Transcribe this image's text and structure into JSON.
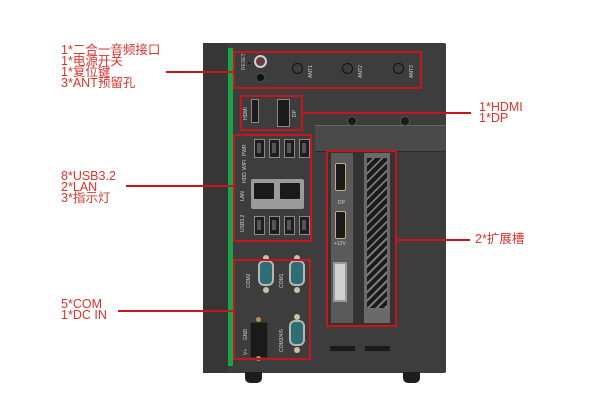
{
  "callouts": {
    "top_left": {
      "lines": [
        "1*二合一音频接口",
        "1*电源开关",
        "1*复位键",
        "3*ANT预留孔"
      ]
    },
    "middle_left": {
      "lines": [
        "8*USB3.2",
        "2*LAN",
        "3*指示灯"
      ]
    },
    "bottom_left": {
      "lines": [
        "5*COM",
        "1*DC IN"
      ]
    },
    "top_right": {
      "lines": [
        "1*HDMI",
        "1*DP"
      ]
    },
    "middle_right": {
      "lines": [
        "2*扩展槽"
      ]
    }
  },
  "panel_labels": {
    "ant1": "ANT1",
    "ant2": "ANT2",
    "ant3": "ANT3",
    "reset": "RESET",
    "hdmi": "HDMI",
    "dp": "DP",
    "pwr": "PWR",
    "wifi": "WIFI",
    "hdd": "HDD",
    "lan": "LAN",
    "usb": "USB3.2",
    "com1": "COM1",
    "com2": "COM2",
    "com345": "COM3/4/5",
    "dc_gnd": "GND",
    "dc_v": "V+",
    "gpu_dp": "DP",
    "gpu_12v": "+12V"
  },
  "colors": {
    "callout_red": "#d9342c",
    "box_red": "#c4161c",
    "chassis": "#3d3d3d",
    "accent_green": "#1ca34a",
    "com_teal": "#2e6d72"
  }
}
